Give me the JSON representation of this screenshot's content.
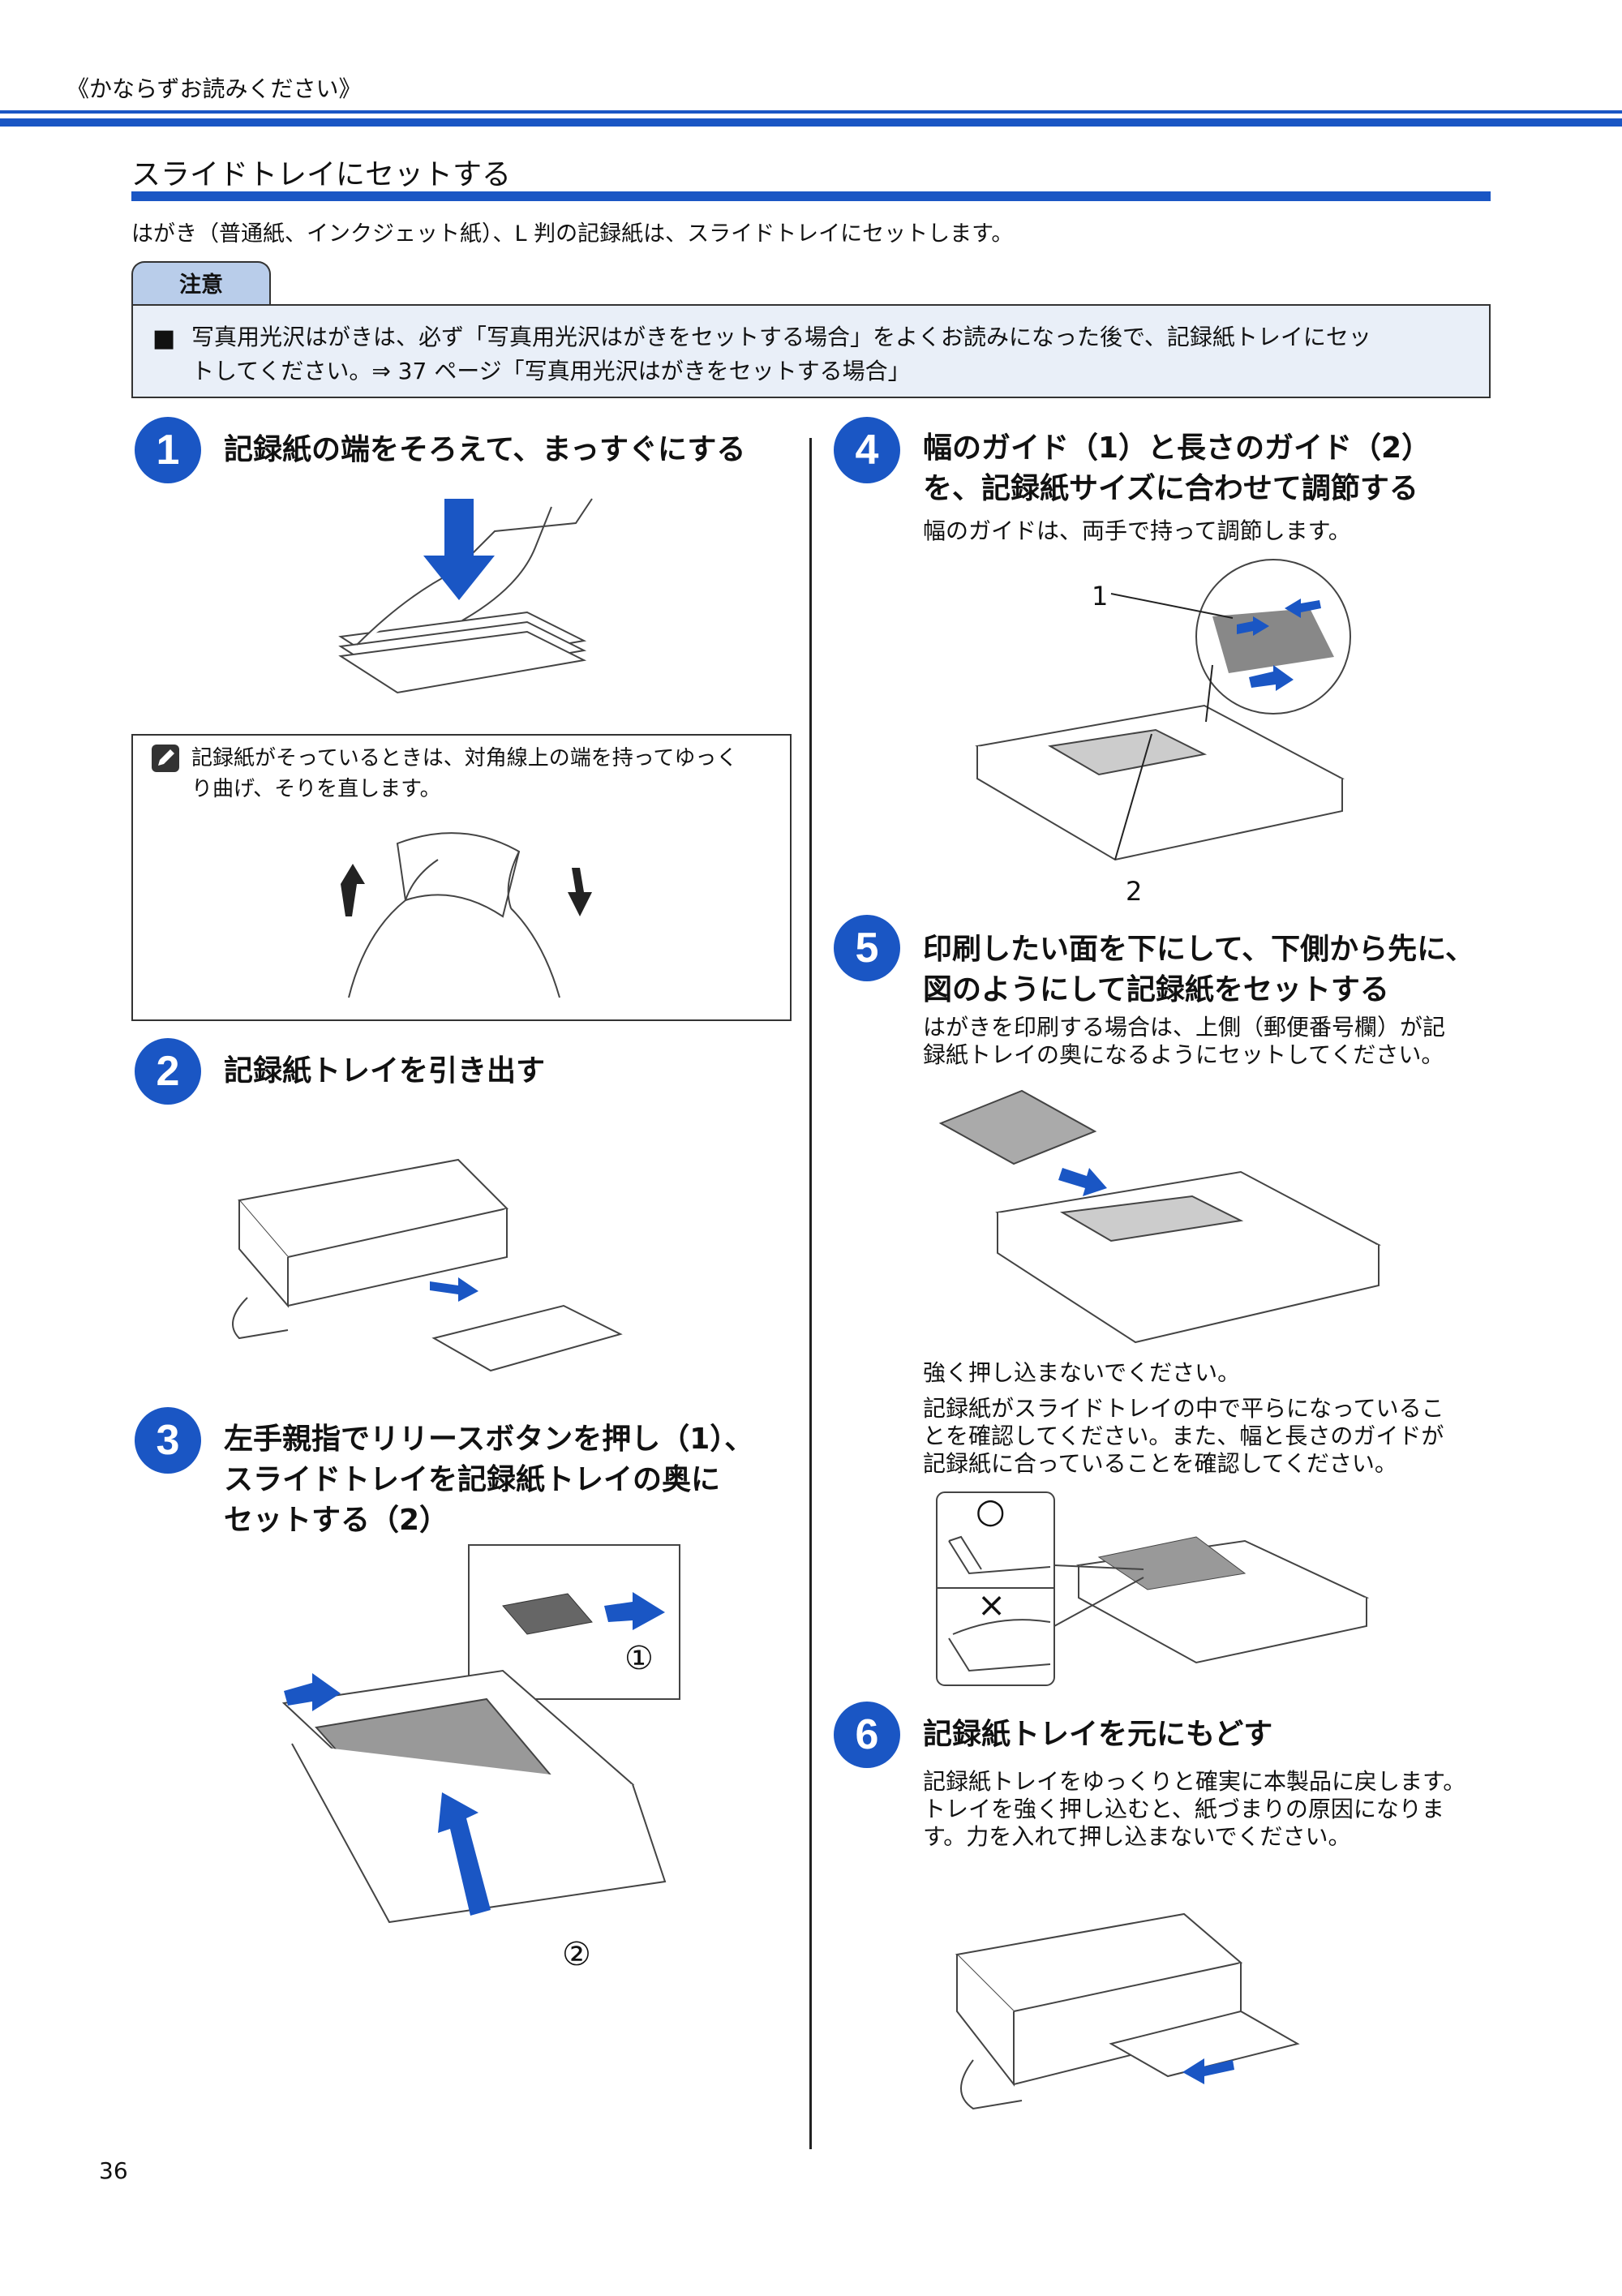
{
  "header": {
    "text": "《かならずお読みください》"
  },
  "section": {
    "title": "スライドトレイにセットする",
    "intro": "はがき（普通紙、インクジェット紙）、L 判の記録紙は、スライドトレイにセットします。"
  },
  "caution": {
    "tab_label": "注意",
    "bullet": "■",
    "line1": "写真用光沢はがきは、必ず「写真用光沢はがきをセットする場合」をよくお読みになった後で、記録紙トレイにセッ",
    "line2": "トしてください。⇒ 37 ページ「写真用光沢はがきをセットする場合」"
  },
  "steps": [
    {
      "num": "1",
      "title": [
        "記録紙の端をそろえて、まっすぐにする"
      ]
    },
    {
      "num": "2",
      "title": [
        "記録紙トレイを引き出す"
      ]
    },
    {
      "num": "3",
      "title": [
        "左手親指でリリースボタンを押し（1）、",
        "スライドトレイを記録紙トレイの奥に",
        "セットする（2）"
      ]
    },
    {
      "num": "4",
      "title": [
        "幅のガイド（1）と長さのガイド（2）",
        "を、記録紙サイズに合わせて調節する"
      ],
      "body": [
        "幅のガイドは、両手で持って調節します。"
      ],
      "callouts": [
        "1",
        "2"
      ]
    },
    {
      "num": "5",
      "title": [
        "印刷したい面を下にして、下側から先に、",
        "図のようにして記録紙をセットする"
      ],
      "body": [
        "はがきを印刷する場合は、上側（郵便番号欄）が記",
        "録紙トレイの奥になるようにセットしてください。"
      ],
      "note1": "強く押し込まないでください。",
      "note2": [
        "記録紙がスライドトレイの中で平らになっているこ",
        "とを確認してください。また、幅と長さのガイドが",
        "記録紙に合っていることを確認してください。"
      ],
      "ok_mark": "○",
      "ng_mark": "×"
    },
    {
      "num": "6",
      "title": [
        "記録紙トレイを元にもどす"
      ],
      "body": [
        "記録紙トレイをゆっくりと確実に本製品に戻します。",
        "トレイを強く押し込むと、紙づまりの原因になりま",
        "す。力を入れて押し込まないでください。"
      ]
    }
  ],
  "tip": {
    "icon": "pencil-note-icon",
    "lines": [
      "記録紙がそっているときは、対角線上の端を持ってゆっく",
      "り曲げ、そりを直します。"
    ]
  },
  "step3_callouts": [
    "①",
    "②"
  ],
  "colors": {
    "accent": "#1a56c4",
    "caution_bg": "#e9eff8",
    "tab_bg": "#b9cdea"
  },
  "page_number": "36"
}
